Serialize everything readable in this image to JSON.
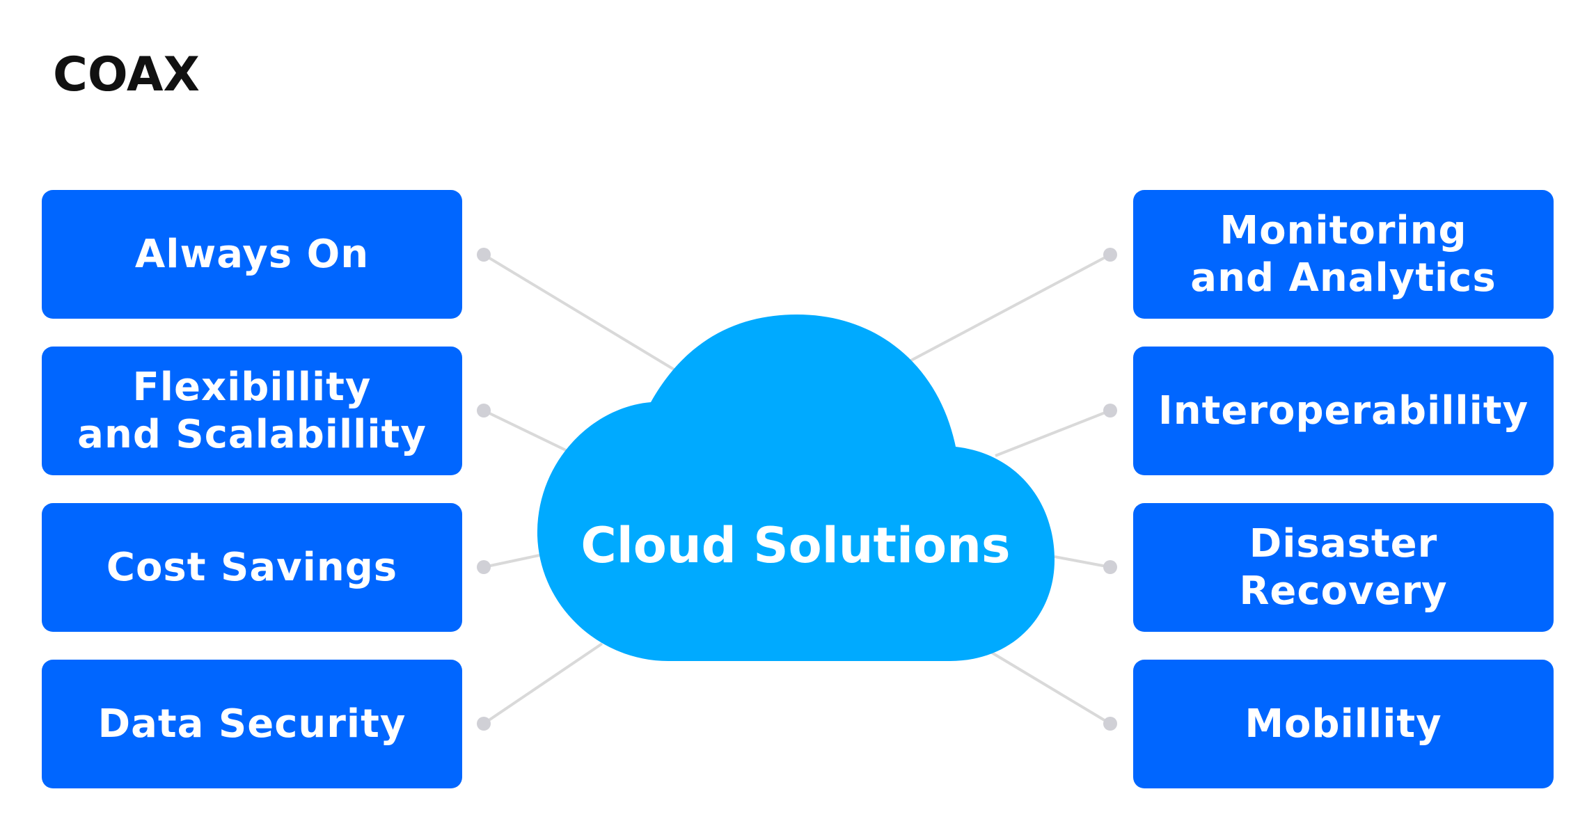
{
  "brand": {
    "logo_text": "COAX",
    "logo_color": "#111111"
  },
  "colors": {
    "box_fill": "#0066FF",
    "cloud_fill": "#00AAFF",
    "connector_line": "#D9D9D9",
    "connector_dot": "#D0D0D6",
    "text": "#FFFFFF"
  },
  "center": {
    "label": "Cloud Solutions"
  },
  "left_items": [
    {
      "label": "Always On"
    },
    {
      "label": "Flexibillity\nand Scalabillity"
    },
    {
      "label": "Cost Savings"
    },
    {
      "label": "Data Security"
    }
  ],
  "right_items": [
    {
      "label": "Monitoring\nand Analytics"
    },
    {
      "label": "Interoperabillity"
    },
    {
      "label": "Disaster Recovery"
    },
    {
      "label": "Mobillity"
    }
  ]
}
